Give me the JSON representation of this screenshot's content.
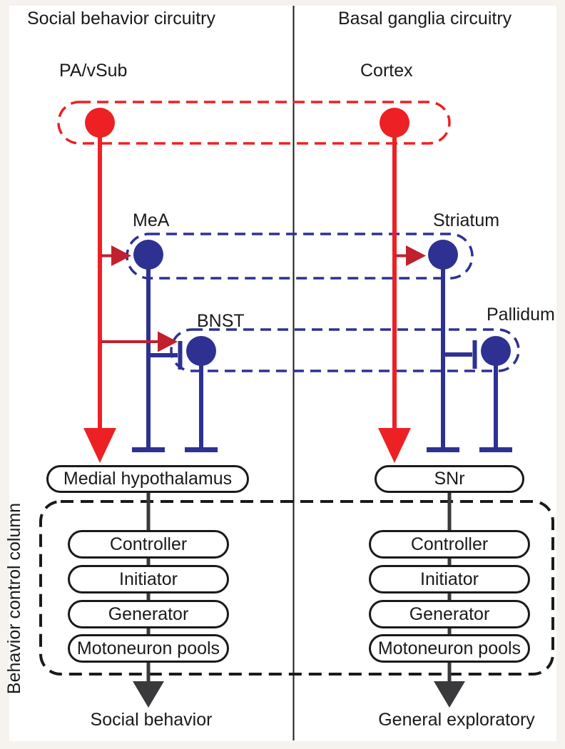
{
  "figure": {
    "left_panel": {
      "title": "Social behavior circuitry",
      "node_top": "PA/vSub",
      "node_mid": "MeA",
      "node_low": "BNST",
      "hub": "Medial hypothalamus",
      "output": "Social behavior"
    },
    "right_panel": {
      "title": "Basal ganglia circuitry",
      "node_top": "Cortex",
      "node_mid": "Striatum",
      "node_low": "Pallidum",
      "hub": "SNr",
      "output": "General exploratory"
    },
    "control_column": {
      "label": "Behavior control column",
      "stages": [
        "Controller",
        "Initiator",
        "Generator",
        "Motoneuron pools"
      ]
    }
  },
  "colors": {
    "excitatory_red": "#ed2024",
    "arrow_dark_red": "#c1202e",
    "inhibitory_blue": "#2e3192",
    "dark_gray": "#3a3a3c",
    "line_black": "#1a1a1a",
    "page_background": "#f6f2ee",
    "panel_background": "#ffffff"
  }
}
